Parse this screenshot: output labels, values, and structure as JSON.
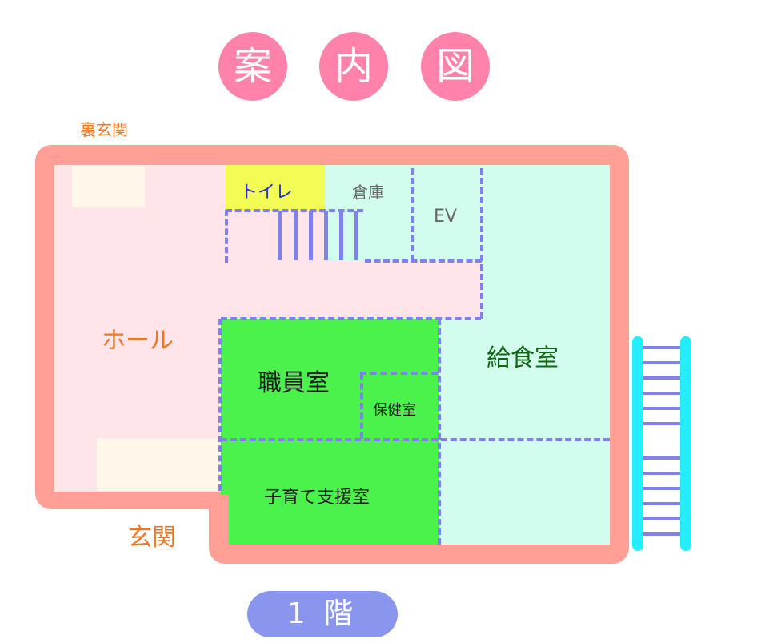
{
  "title": {
    "chars": [
      "案",
      "内",
      "図"
    ]
  },
  "floor_label": "1 階",
  "colors": {
    "title_circle": "#ff82aa",
    "wall": "#ff9f95",
    "hall": "#ffe5ea",
    "staff": "#4cf24c",
    "kitchen": "#d2fcee",
    "toilet": "#f3fb55",
    "shelf": "#fff8ea",
    "dash": "#8080ee",
    "rail": "#22eeff",
    "floor_badge": "#8a96ee"
  },
  "labels": {
    "back_entrance": "裏玄関",
    "entrance": "玄関",
    "toilet": "トイレ",
    "storage": "倉庫",
    "ev": "EV",
    "hall": "ホール",
    "staff_room": "職員室",
    "health_room": "保健室",
    "kitchen": "給食室",
    "support_room": "子育て支援室"
  }
}
